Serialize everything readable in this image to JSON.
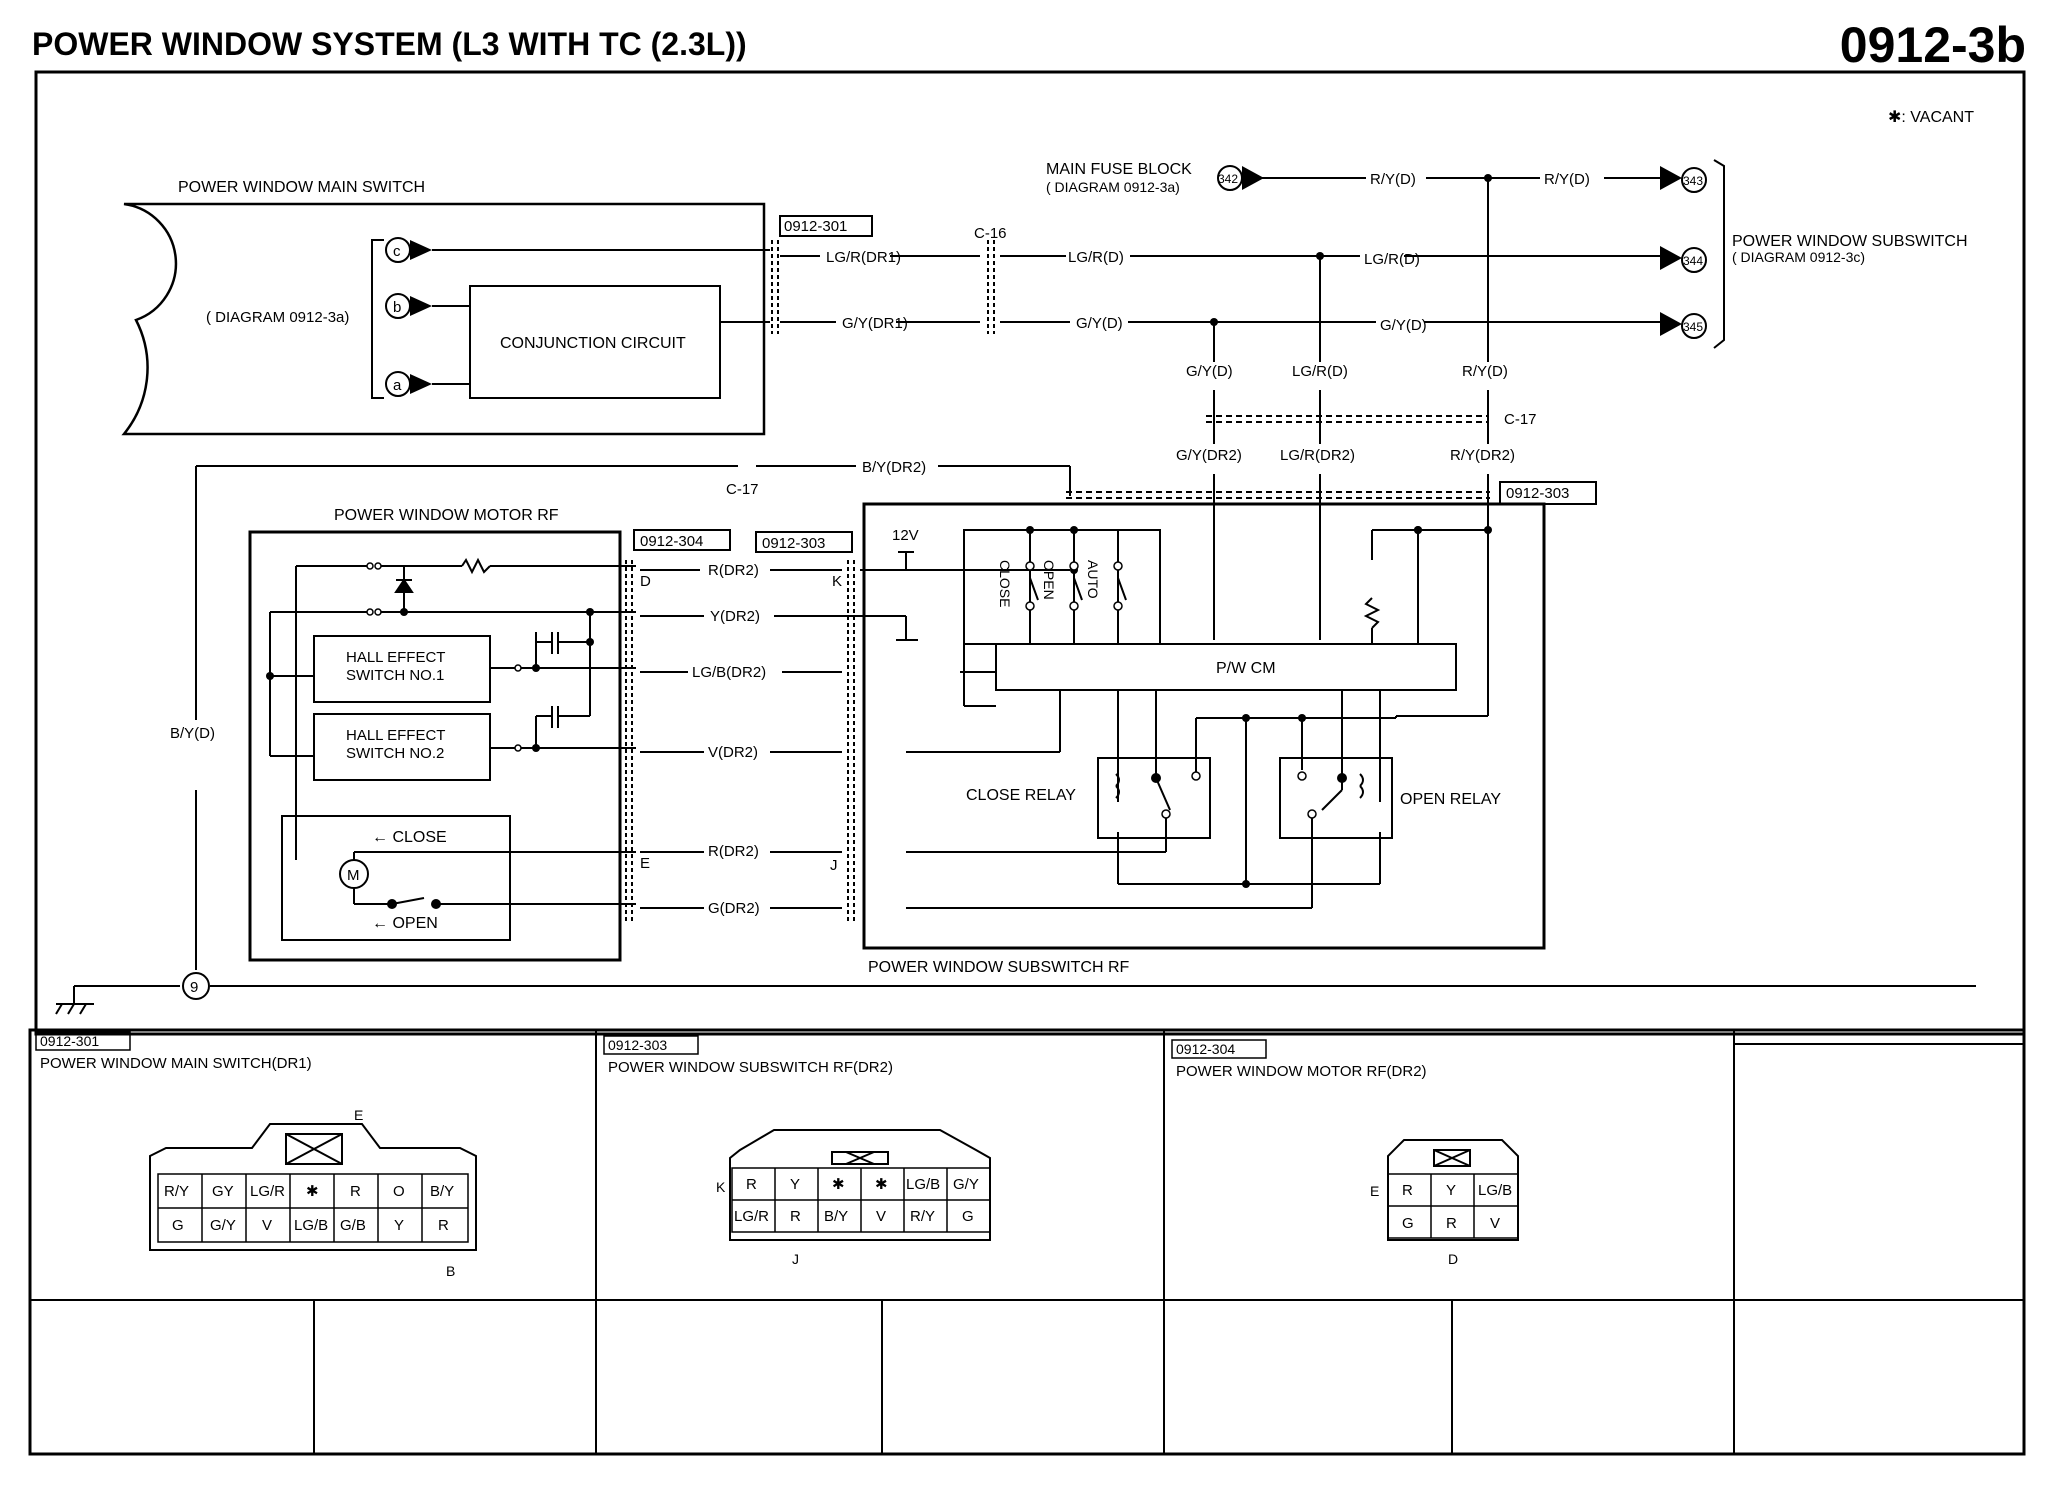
{
  "header": {
    "title": "POWER WINDOW SYSTEM (L3 WITH TC (2.3L))",
    "code": "0912-3b"
  },
  "legend_vacant": "✱: VACANT",
  "main_switch": {
    "title": "POWER WINDOW MAIN SWITCH",
    "diagram_ref": "( DIAGRAM 0912-3a)",
    "conjunction": "CONJUNCTION CIRCUIT",
    "terminals": [
      "c",
      "b",
      "a"
    ],
    "connector_ref": "0912-301"
  },
  "fuse": {
    "title": "MAIN FUSE BLOCK",
    "ref": "( DIAGRAM 0912-3a)",
    "node_in": "342",
    "nodes_out": [
      "343",
      "344",
      "345"
    ]
  },
  "subswitch_ref": {
    "title": "POWER WINDOW SUBSWITCH",
    "ref": "( DIAGRAM 0912-3c)"
  },
  "wire_labels": {
    "lgr_dr1": "LG/R(DR1)",
    "gy_dr1": "G/Y(DR1)",
    "c16": "C-16",
    "lgr_d": "LG/R(D)",
    "gy_d": "G/Y(D)",
    "ry_d": "R/Y(D)",
    "c17": "C-17",
    "gy_dr2": "G/Y(DR2)",
    "lgr_dr2": "LG/R(DR2)",
    "ry_dr2": "R/Y(DR2)",
    "by_dr2": "B/Y(DR2)",
    "by_d": "B/Y(D)",
    "r_dr2": "R(DR2)",
    "y_dr2": "Y(DR2)",
    "lgb_dr2": "LG/B(DR2)",
    "v_dr2": "V(DR2)",
    "g_dr2": "G(DR2)",
    "v12": "12V",
    "pin_d": "D",
    "pin_k": "K",
    "pin_e": "E",
    "pin_j": "J"
  },
  "motor": {
    "title": "POWER WINDOW MOTOR RF",
    "ref": "0912-304",
    "hall1": [
      "HALL EFFECT",
      "SWITCH NO.1"
    ],
    "hall2": [
      "HALL EFFECT",
      "SWITCH NO.2"
    ],
    "close": "← CLOSE",
    "open": "← OPEN",
    "m": "M"
  },
  "subswitch": {
    "title": "POWER WINDOW SUBSWITCH RF",
    "ref": "0912-303",
    "pwcm": "P/W CM",
    "close_relay": "CLOSE RELAY",
    "open_relay": "OPEN RELAY",
    "sw_close": "CLOSE",
    "sw_open": "OPEN",
    "sw_auto": "AUTO"
  },
  "ground_node": "9",
  "connectors": [
    {
      "ref": "0912-301",
      "title": "POWER WINDOW MAIN SWITCH(DR1)",
      "top_label": "E",
      "bottom_label": "B",
      "rows": [
        [
          "R/Y",
          "GY",
          "LG/R",
          "✱",
          "R",
          "O",
          "B/Y"
        ],
        [
          "G",
          "G/Y",
          "V",
          "LG/B",
          "G/B",
          "Y",
          "R"
        ]
      ]
    },
    {
      "ref": "0912-303",
      "title": "POWER WINDOW SUBSWITCH RF(DR2)",
      "side_label": "K",
      "bottom_label": "J",
      "rows": [
        [
          "R",
          "Y",
          "✱",
          "✱",
          "LG/B",
          "G/Y"
        ],
        [
          "LG/R",
          "R",
          "B/Y",
          "V",
          "R/Y",
          "G"
        ]
      ]
    },
    {
      "ref": "0912-304",
      "title": "POWER WINDOW MOTOR RF(DR2)",
      "side_label": "E",
      "bottom_label": "D",
      "rows": [
        [
          "R",
          "Y",
          "LG/B"
        ],
        [
          "G",
          "R",
          "V"
        ]
      ]
    }
  ]
}
